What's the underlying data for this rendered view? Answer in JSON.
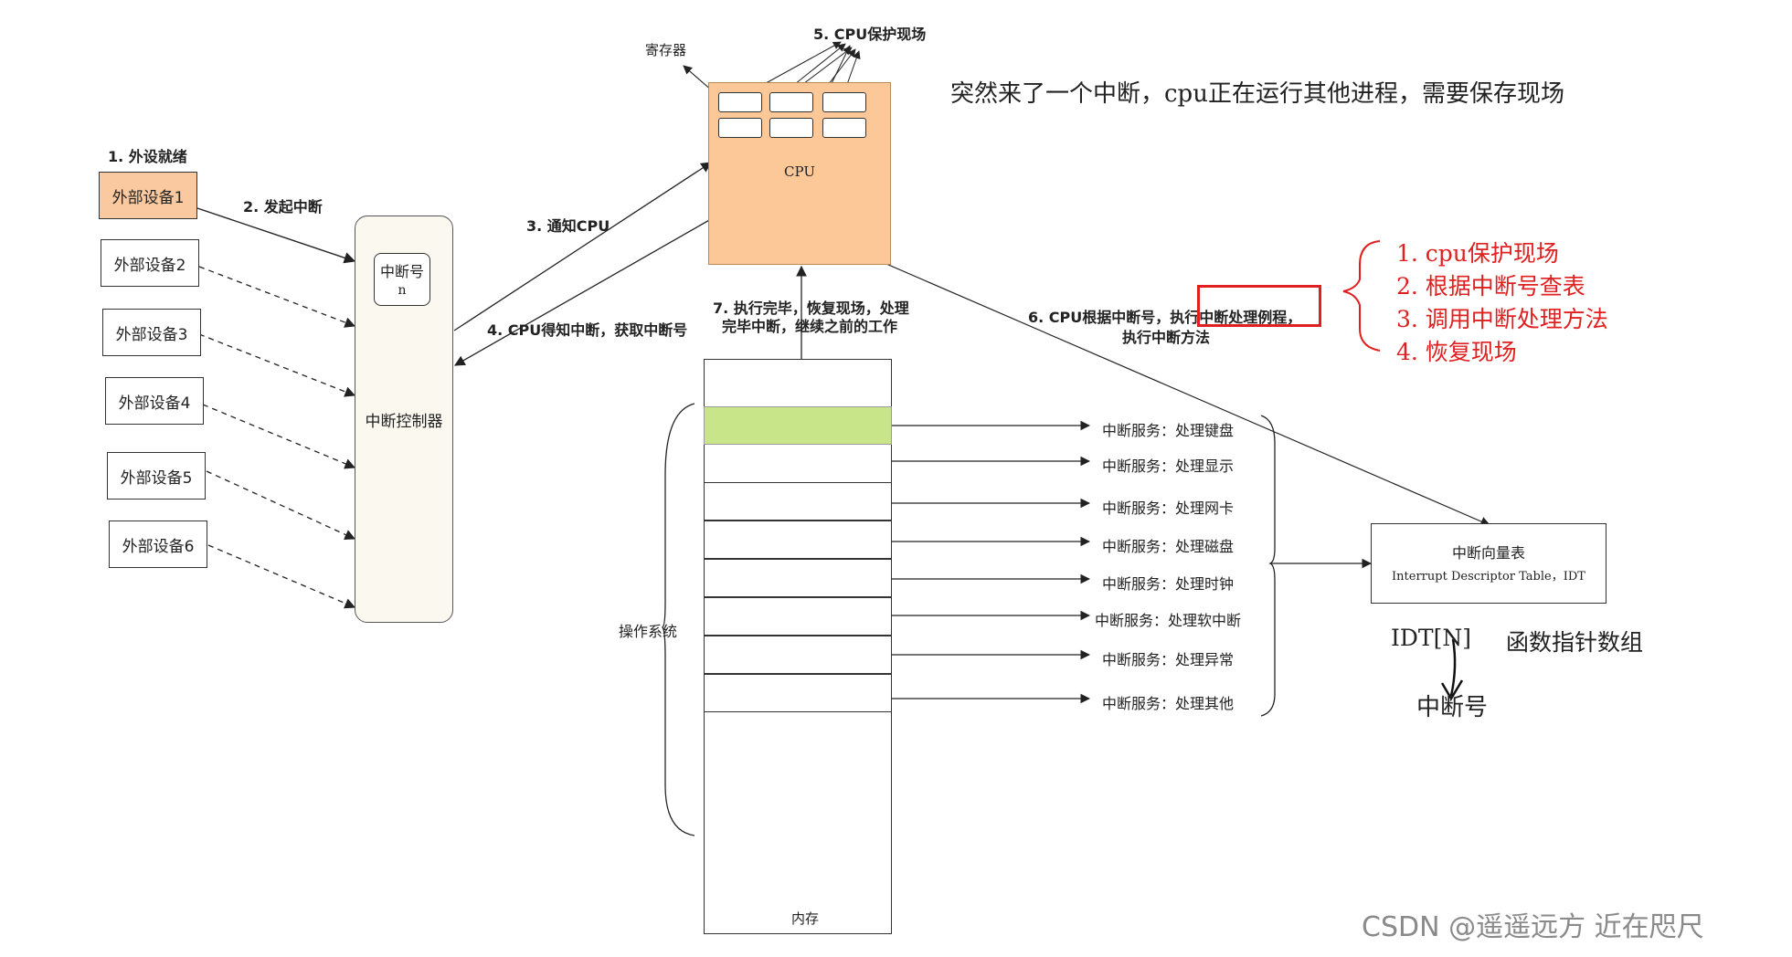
{
  "devices": [
    {
      "label": "外部设备1"
    },
    {
      "label": "外部设备2"
    },
    {
      "label": "外部设备3"
    },
    {
      "label": "外部设备4"
    },
    {
      "label": "外部设备5"
    },
    {
      "label": "外部设备6"
    }
  ],
  "steps": {
    "s1": "1. 外设就绪",
    "s2": "2. 发起中断",
    "s3": "3. 通知CPU",
    "s4": "4. CPU得知中断，获取中断号",
    "s5": "5. CPU保护现场",
    "s6_line1": "6. CPU根据中断号，执行中断处理例程，",
    "s6_line2": "执行中断方法",
    "s7_line1": "7. 执行完毕，恢复现场，处理",
    "s7_line2": "完毕中断，继续之前的工作"
  },
  "controller": {
    "label": "中断控制器",
    "irq_label": "中断号",
    "irq_value": "n"
  },
  "cpu": {
    "label": "CPU",
    "register_label": "寄存器"
  },
  "memory": {
    "os_label": "操作系统",
    "mem_label": "内存"
  },
  "services": [
    "中断服务：处理键盘",
    "中断服务：处理显示",
    "中断服务：处理网卡",
    "中断服务：处理磁盘",
    "中断服务：处理时钟",
    "中断服务：处理软中断",
    "中断服务：处理异常",
    "中断服务：处理其他"
  ],
  "idt": {
    "title": "中断向量表",
    "subtitle": "Interrupt Descriptor Table，IDT"
  },
  "notes": {
    "top_note": "突然来了一个中断，cpu正在运行其他进程，需要保存现场",
    "idt_index": "IDT[N]",
    "func_ptr": "函数指针数组",
    "irq_number": "中断号",
    "list": [
      "1. cpu保护现场",
      "2. 根据中断号查表",
      "3. 调用中断处理方法",
      "4. 恢复现场"
    ]
  },
  "watermark": "CSDN @遥遥远方 近在咫尺",
  "colors": {
    "device1_fill": "#fac9a0",
    "cpu_fill": "#fcc898",
    "active_slot": "#c9e58a",
    "highlight": "#e02020",
    "controller_fill": "#fbf8ef"
  }
}
